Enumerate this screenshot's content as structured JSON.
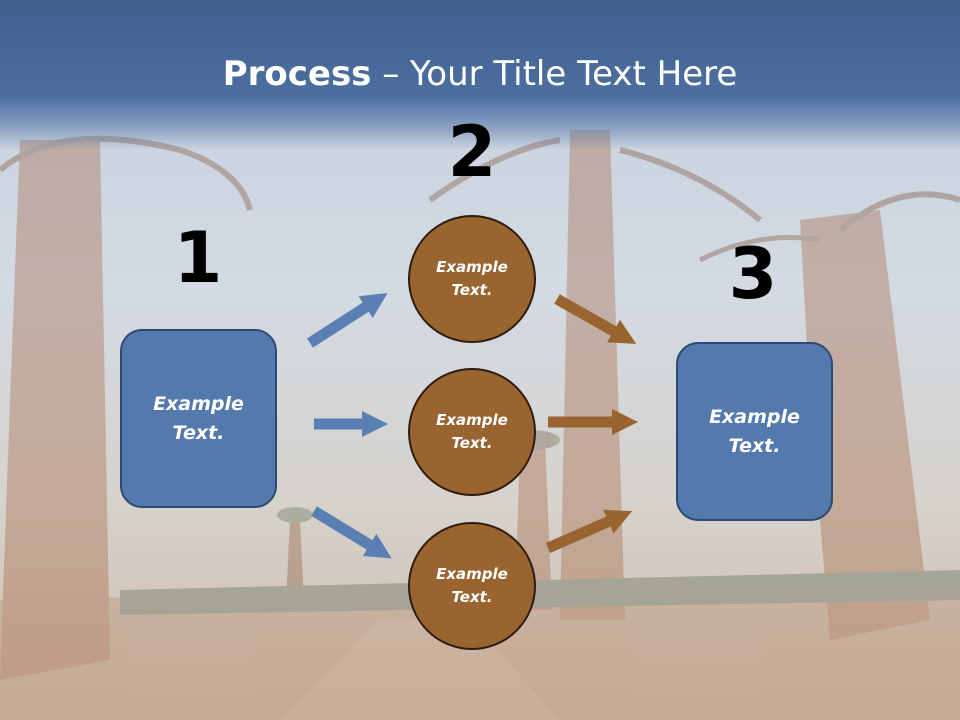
{
  "title": {
    "bold": "Process",
    "rest": " – Your Title Text Here"
  },
  "steps": {
    "one": {
      "number": "1",
      "text": "Example Text."
    },
    "two": {
      "number": "2"
    },
    "three": {
      "number": "3",
      "text": "Example Text."
    }
  },
  "circles": [
    {
      "text": "Example Text."
    },
    {
      "text": "Example Text."
    },
    {
      "text": "Example Text."
    }
  ],
  "colors": {
    "title_bar": "#4c6fa0",
    "box": "#5479ad",
    "circle": "#9a6431",
    "blue_arrow": "#5a80b3",
    "brown_arrow": "#9a6431"
  }
}
